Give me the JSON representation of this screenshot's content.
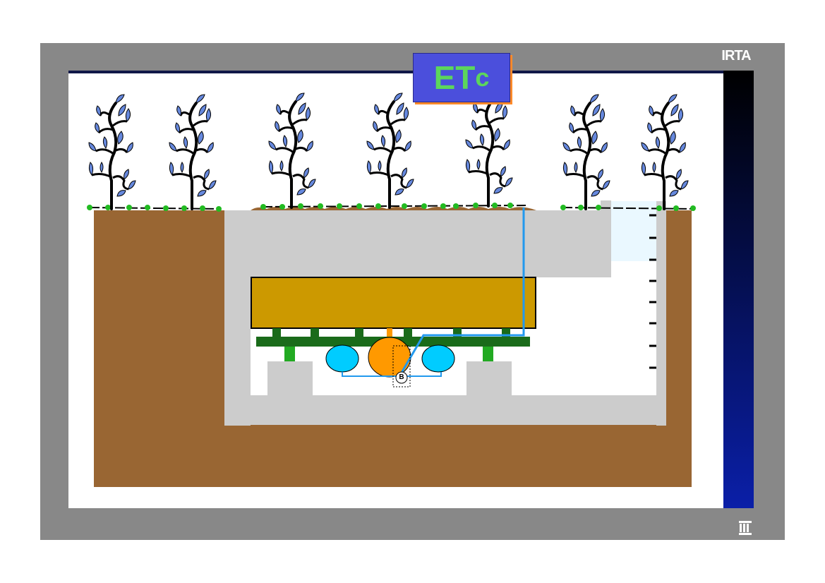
{
  "brand": {
    "label": "IRTA"
  },
  "title": {
    "main": "ET",
    "sub": "c"
  },
  "pump": {
    "label": "B"
  },
  "icons": {
    "logo": "institutional-logo-icon",
    "tree": "tree-icon"
  },
  "colors": {
    "frame": "#888888",
    "sidebar_top": "#000000",
    "sidebar_bottom": "#0a1fa8",
    "soil": "#996633",
    "concrete": "#cccccc",
    "container": "#cc9900",
    "platform": "#1a6b1a",
    "load_cell": "#22aa22",
    "tank": "#00ccff",
    "pump": "#ff9900",
    "water_line": "#2299ee",
    "leaf": "#6688dd",
    "water_level": "#eaf8ff",
    "title_fill": "#4b4fdc",
    "title_text": "#5cd65c",
    "title_shadow": "#ff8a2a"
  }
}
